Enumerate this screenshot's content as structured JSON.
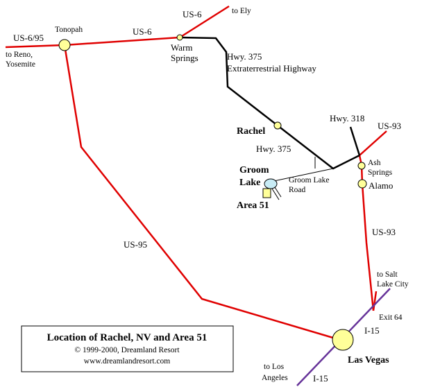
{
  "colors": {
    "us_route": "#e00000",
    "state_hwy": "#000000",
    "interstate": "#663399",
    "town_fill": "#ffff99",
    "lake_fill": "#c8ecf6",
    "area51_fill": "#ffff99"
  },
  "roads": {
    "us6_95_label": "US-6/95",
    "us6_west_label": "US-6",
    "us6_north_label": "US-6",
    "us95_label": "US-95",
    "us93_north_label": "US-93",
    "us93_south_label": "US-93",
    "hwy375_label": "Hwy. 375",
    "hwy375_name": "Extraterrestrial Highway",
    "hwy375_south_label": "Hwy. 375",
    "hwy318_label": "Hwy. 318",
    "groom_road_line1": "Groom Lake",
    "groom_road_line2": "Road",
    "i15_north_label": "I-15",
    "i15_south_label": "I-15",
    "exit_label": "Exit 64"
  },
  "places": {
    "tonopah": "Tonopah",
    "warm_springs_line1": "Warm",
    "warm_springs_line2": "Springs",
    "rachel": "Rachel",
    "groom_lake_line1": "Groom",
    "groom_lake_line2": "Lake",
    "area51": "Area 51",
    "ash_springs_line1": "Ash",
    "ash_springs_line2": "Springs",
    "alamo": "Alamo",
    "las_vegas": "Las Vegas"
  },
  "directions": {
    "to_ely": "to Ely",
    "to_reno_line1": "to Reno,",
    "to_reno_line2": "Yosemite",
    "to_slc_line1": "to Salt",
    "to_slc_line2": "Lake City",
    "to_la_line1": "to Los",
    "to_la_line2": "Angeles"
  },
  "credit": {
    "title": "Location of Rachel, NV and Area 51",
    "copyright": "© 1999-2000, Dreamland Resort",
    "url": "www.dreamlandresort.com"
  }
}
